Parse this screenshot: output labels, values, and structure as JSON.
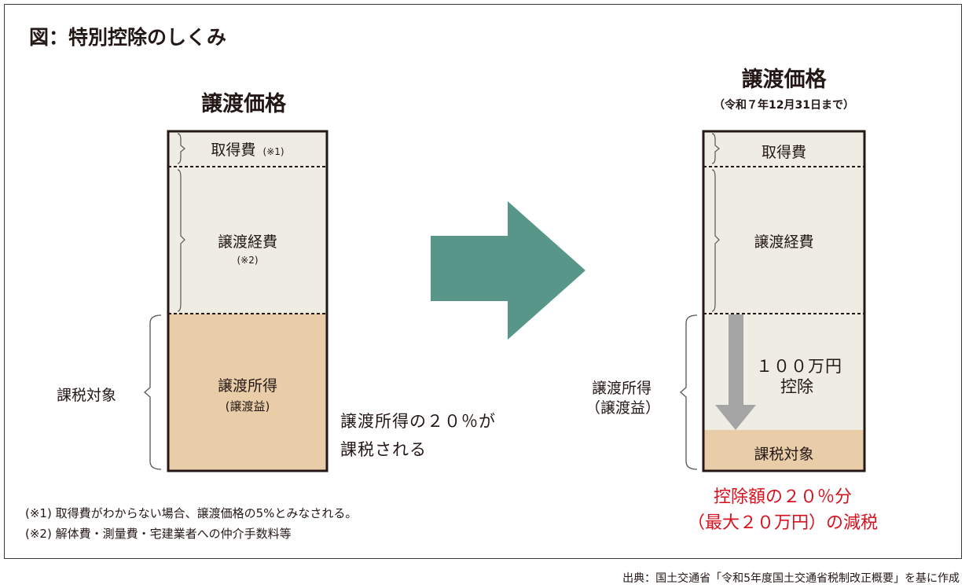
{
  "title": "図：特別控除のしくみ",
  "left": {
    "heading": "譲渡価格",
    "acq_cost": "取得費",
    "acq_cost_note": "(※1)",
    "transfer_cost": "譲渡経費",
    "transfer_cost_note": "(※2)",
    "income": "譲渡所得",
    "income_sub": "(譲渡益)",
    "taxable_bracket": "課税対象",
    "tax_text_1": "譲渡所得の２０％が",
    "tax_text_2": "課税される"
  },
  "right": {
    "heading": "譲渡価格",
    "subheading": "（令和７年12月31日まで）",
    "acq_cost": "取得費",
    "transfer_cost": "譲渡経費",
    "deduction_1": "１００万円",
    "deduction_2": "控除",
    "taxable": "課税対象",
    "income_1": "譲渡所得",
    "income_2": "（譲渡益）",
    "result_1": "控除額の２０％分",
    "result_2": "（最大２０万円）の減税"
  },
  "notes": [
    "(※1) 取得費がわからない場合、譲渡価格の5%とみなされる。",
    "(※2) 解体費・測量費・宅建業者への仲介手数料等"
  ],
  "source": "出典：国土交通省「令和5年度国土交通省税制改正概要」を基に作成",
  "colors": {
    "box_fill": "#efece3",
    "income_fill": "#e9cda8",
    "arrow": "#58968a",
    "down_arrow": "#a5a5a5",
    "accent_red": "#d7111e"
  }
}
